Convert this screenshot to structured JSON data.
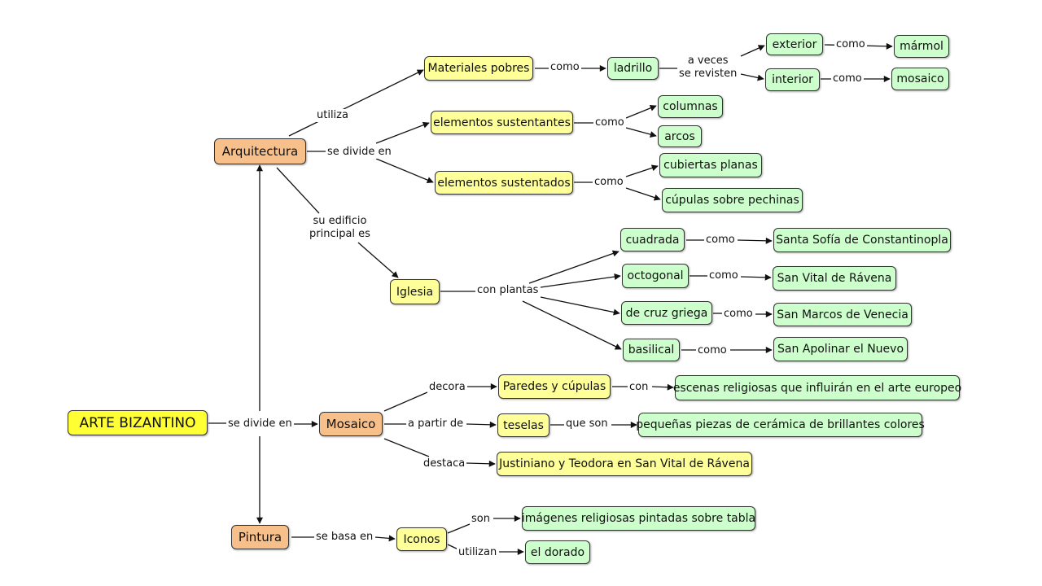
{
  "colors": {
    "root": "#ffff33",
    "branch": "#f7c08b",
    "concept": "#ffff99",
    "example": "#ccffcc",
    "edge": "#111111"
  },
  "nodes": {
    "arte_bizantino": "ARTE BIZANTINO",
    "arquitectura": "Arquitectura",
    "mosaico": "Mosaico",
    "pintura": "Pintura",
    "materiales_pobres": "Materiales pobres",
    "ladrillo": "ladrillo",
    "exterior": "exterior",
    "interior": "interior",
    "marmol": "mármol",
    "mosaico_rev": "mosaico",
    "elementos_sustentantes": "elementos sustentantes",
    "columnas": "columnas",
    "arcos": "arcos",
    "elementos_sustentados": "elementos sustentados",
    "cubiertas_planas": "cubiertas planas",
    "cupulas_pechinas": "cúpulas sobre pechinas",
    "iglesia": "Iglesia",
    "cuadrada": "cuadrada",
    "octogonal": "octogonal",
    "cruz_griega": "de cruz griega",
    "basilical": "basilical",
    "santa_sofia": "Santa Sofía de Constantinopla",
    "san_vital": "San Vital de Rávena",
    "san_marcos": "San Marcos de Venecia",
    "san_apolinar": "San Apolinar el Nuevo",
    "paredes_cupulas": "Paredes y cúpulas",
    "escenas": "escenas religiosas que influirán en el arte europeo",
    "teselas": "teselas",
    "piezas": "pequeñas piezas de cerámica de brillantes colores",
    "justiniano": "Justiniano y Teodora en San Vital de Rávena",
    "iconos": "Iconos",
    "imagenes": "imágenes religiosas pintadas sobre tabla",
    "dorado": "el dorado"
  },
  "links": {
    "utiliza": "utiliza",
    "como_materiales": "como",
    "a_veces": "a veces\nse revisten",
    "como_exterior": "como",
    "como_interior": "como",
    "se_divide_en_arq": "se divide en",
    "como_sustentantes": "como",
    "como_sustentados": "como",
    "su_edificio": "su edificio\nprincipal es",
    "con_plantas": "con plantas",
    "como_cuadrada": "como",
    "como_octogonal": "como",
    "como_cruz": "como",
    "como_basilical": "como",
    "se_divide_en_root": "se divide en",
    "decora": "decora",
    "con": "con",
    "a_partir_de": "a partir de",
    "que_son": "que son",
    "destaca": "destaca",
    "se_basa_en": "se basa en",
    "son": "son",
    "utilizan": "utilizan"
  }
}
